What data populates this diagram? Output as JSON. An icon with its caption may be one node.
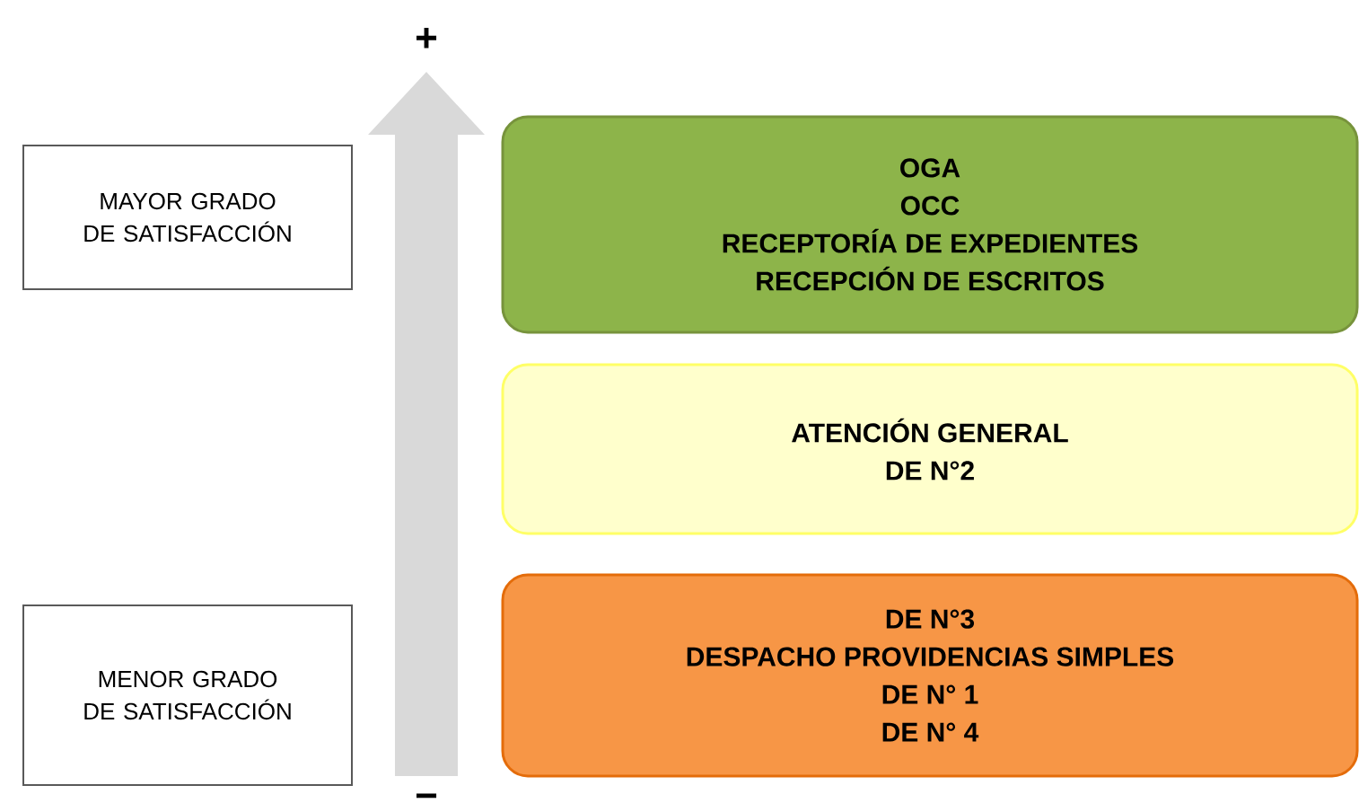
{
  "diagram": {
    "nodes": [
      {
        "text": [
          "MAYOR GRADO DE SATISFACCIÓN"
        ]
      },
      {
        "text": [
          "MENOR GRADO DE SATISFACCIÓN"
        ]
      },
      {
        "text": [
          "OGA",
          "OCC",
          "RECEPTORÍA DE EXPEDIENTES",
          "RECEPCIÓN DE ESCRITOS"
        ]
      },
      {
        "text": [
          "ATENCIÓN GENERAL",
          "DE N°2"
        ]
      },
      {
        "text": [
          "DE N°3",
          "DESPACHO PROVIDENCIAS SIMPLES",
          "DE N° 1",
          "DE N° 4"
        ]
      }
    ],
    "edges": [],
    "labels": [
      "+",
      "−"
    ]
  }
}
